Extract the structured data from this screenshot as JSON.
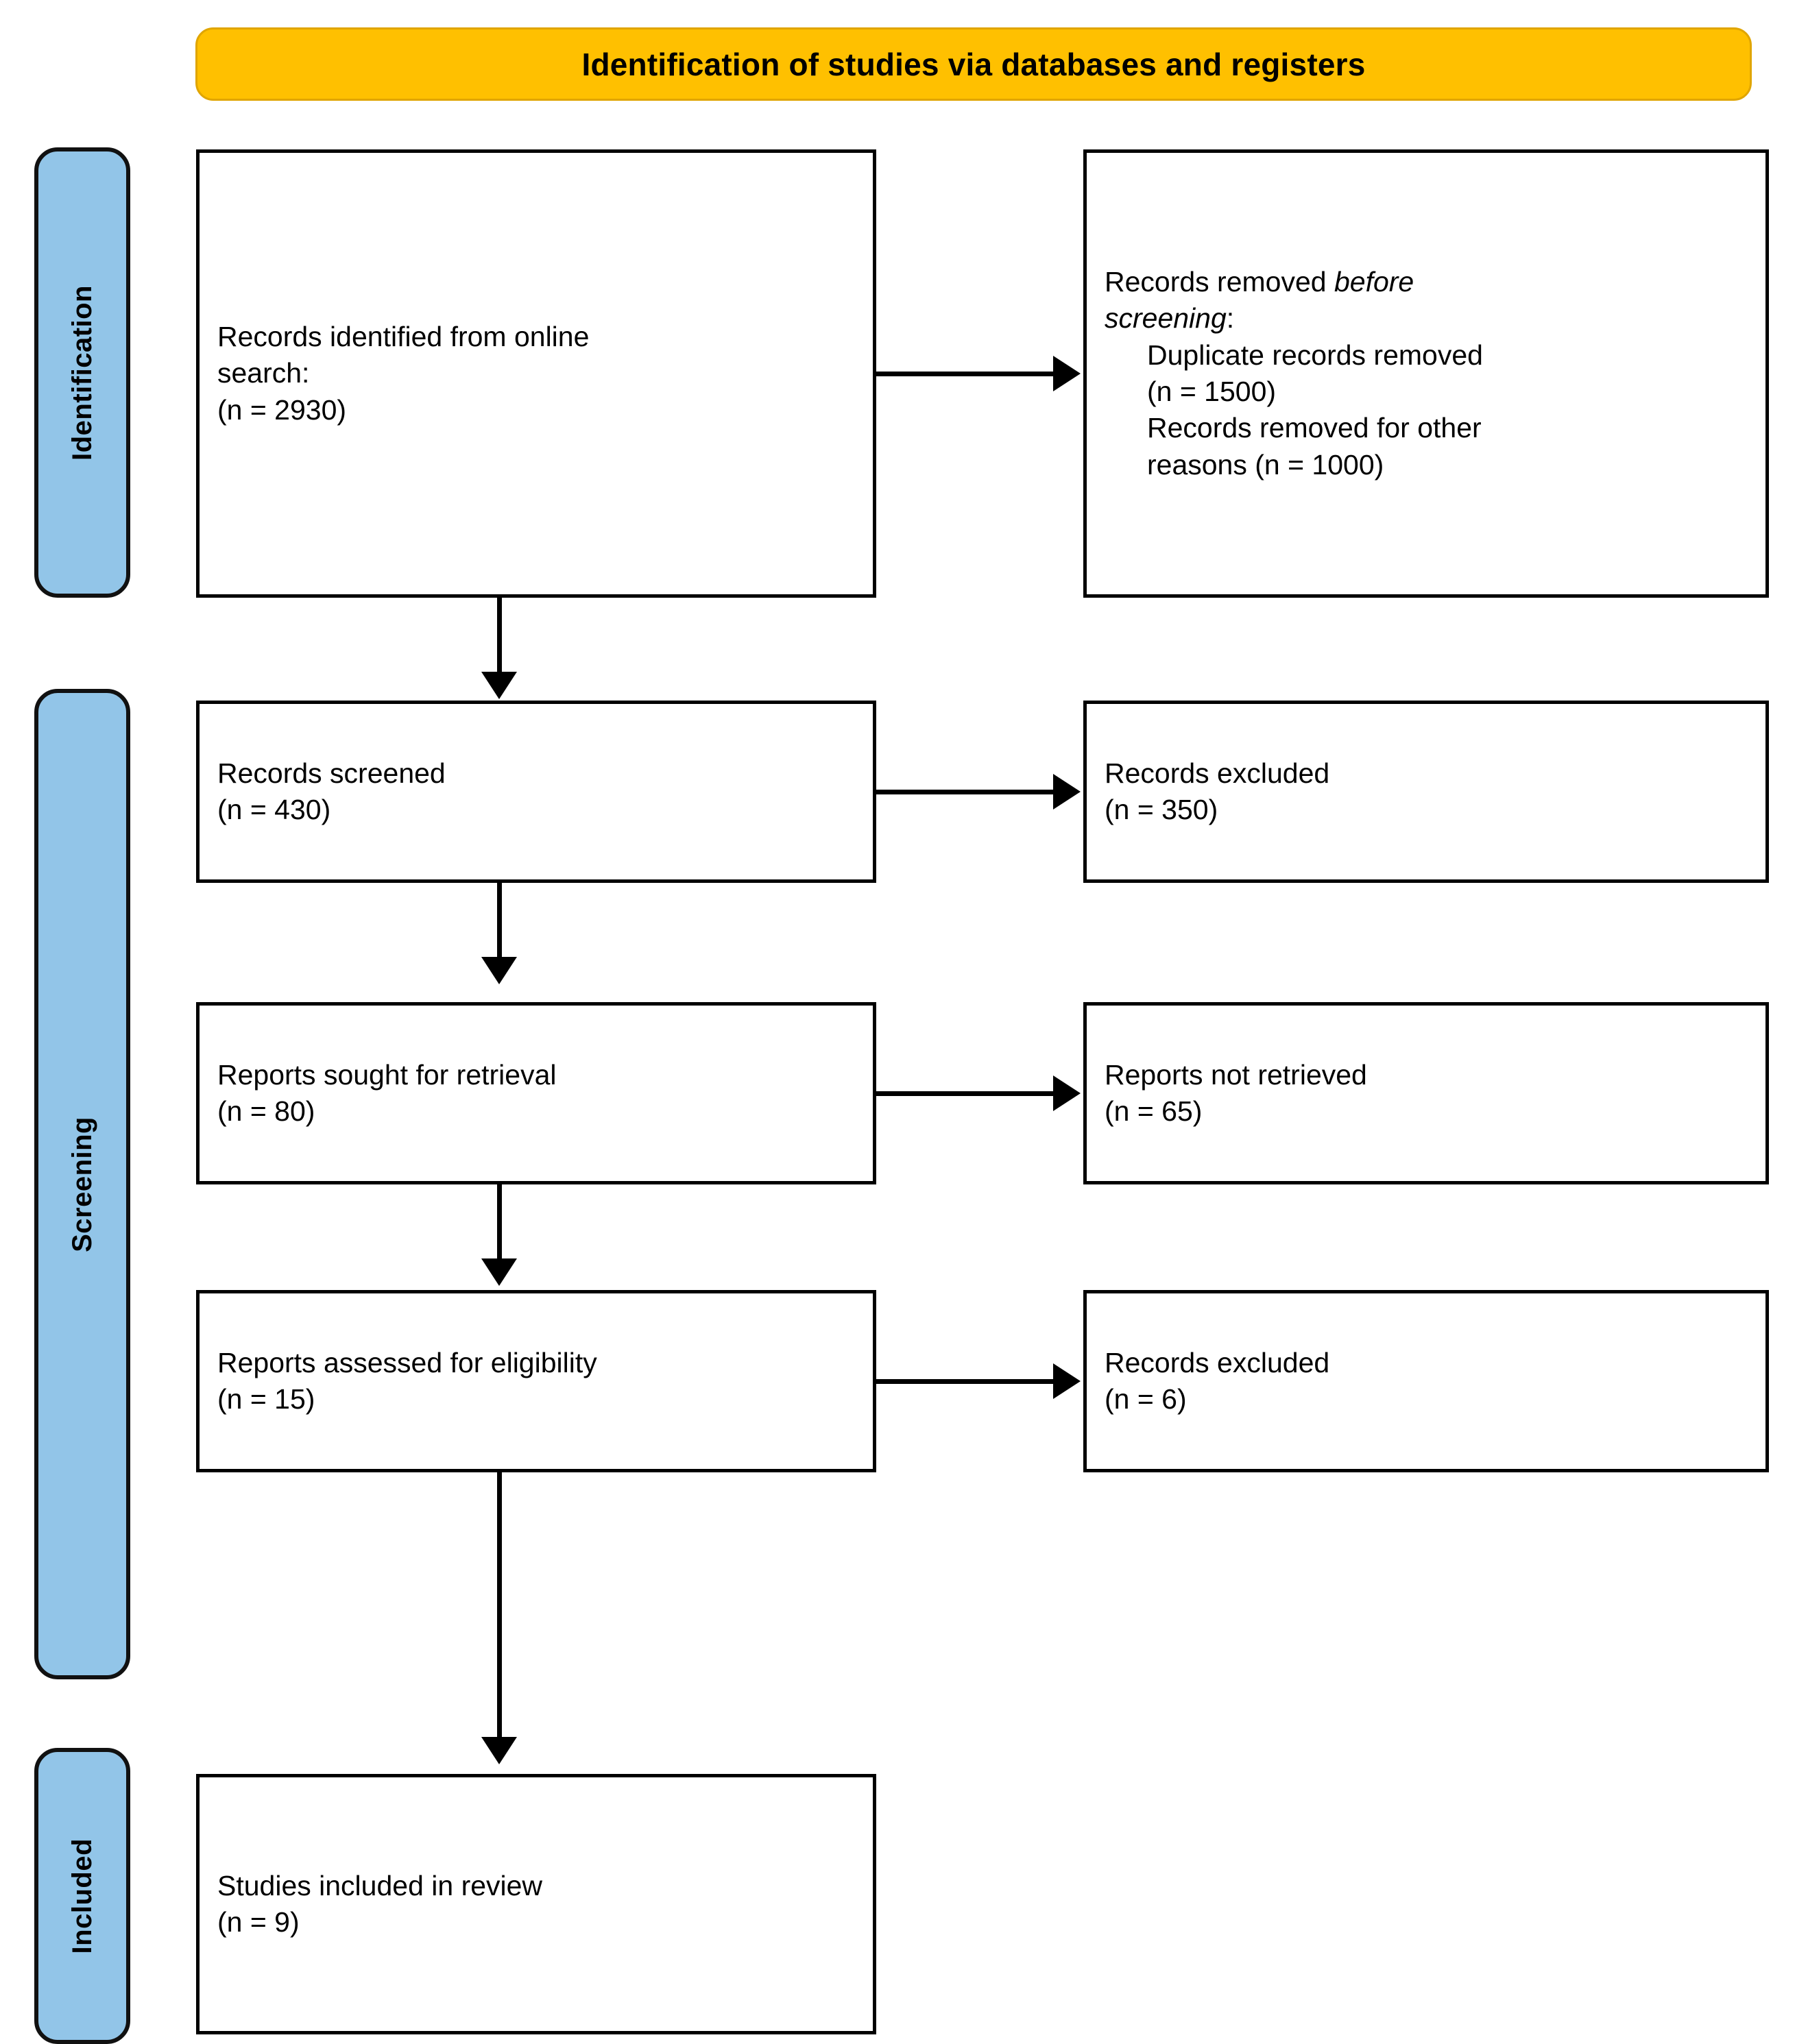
{
  "header": {
    "title": "Identification of studies via databases and registers",
    "background_color": "#FFC000"
  },
  "stages": {
    "sidebar_color": "#92C5E8",
    "identification": "Identification",
    "screening": "Screening",
    "included": "Included"
  },
  "boxes": {
    "identified": {
      "line1": "Records identified from online",
      "line2": "search:",
      "count": "(n = 2930)"
    },
    "removed_before_screening": {
      "heading_prefix": "Records removed ",
      "heading_italic_1": "before",
      "heading_italic_2": "screening",
      "heading_suffix": ":",
      "item1_label": "Duplicate records removed",
      "item1_count": "(n = 1500)",
      "item2_label": "Records removed for other",
      "item2_count": "reasons (n = 1000)"
    },
    "screened": {
      "label": "Records screened",
      "count": "(n = 430)"
    },
    "excluded_screening": {
      "label": "Records excluded",
      "count": "(n = 350)"
    },
    "sought": {
      "label": "Reports sought for retrieval",
      "count": "(n = 80)"
    },
    "not_retrieved": {
      "label": "Reports not retrieved",
      "count": "(n = 65)"
    },
    "assessed": {
      "label": "Reports assessed for eligibility",
      "count": "(n = 15)"
    },
    "excluded_eligibility": {
      "label": "Records excluded",
      "count": "(n = 6)"
    },
    "included": {
      "label": "Studies included in review",
      "count": "(n = 9)"
    }
  },
  "chart_data": {
    "type": "diagram",
    "title": "Identification of studies via databases and registers",
    "flow": [
      {
        "stage": "Identification",
        "node": "Records identified from online search",
        "n": 2930
      },
      {
        "stage": "Identification",
        "node": "Duplicate records removed",
        "n": 1500,
        "excluded": true
      },
      {
        "stage": "Identification",
        "node": "Records removed for other reasons",
        "n": 1000,
        "excluded": true
      },
      {
        "stage": "Screening",
        "node": "Records screened",
        "n": 430
      },
      {
        "stage": "Screening",
        "node": "Records excluded",
        "n": 350,
        "excluded": true
      },
      {
        "stage": "Screening",
        "node": "Reports sought for retrieval",
        "n": 80
      },
      {
        "stage": "Screening",
        "node": "Reports not retrieved",
        "n": 65,
        "excluded": true
      },
      {
        "stage": "Screening",
        "node": "Reports assessed for eligibility",
        "n": 15
      },
      {
        "stage": "Screening",
        "node": "Records excluded",
        "n": 6,
        "excluded": true
      },
      {
        "stage": "Included",
        "node": "Studies included in review",
        "n": 9
      }
    ]
  }
}
